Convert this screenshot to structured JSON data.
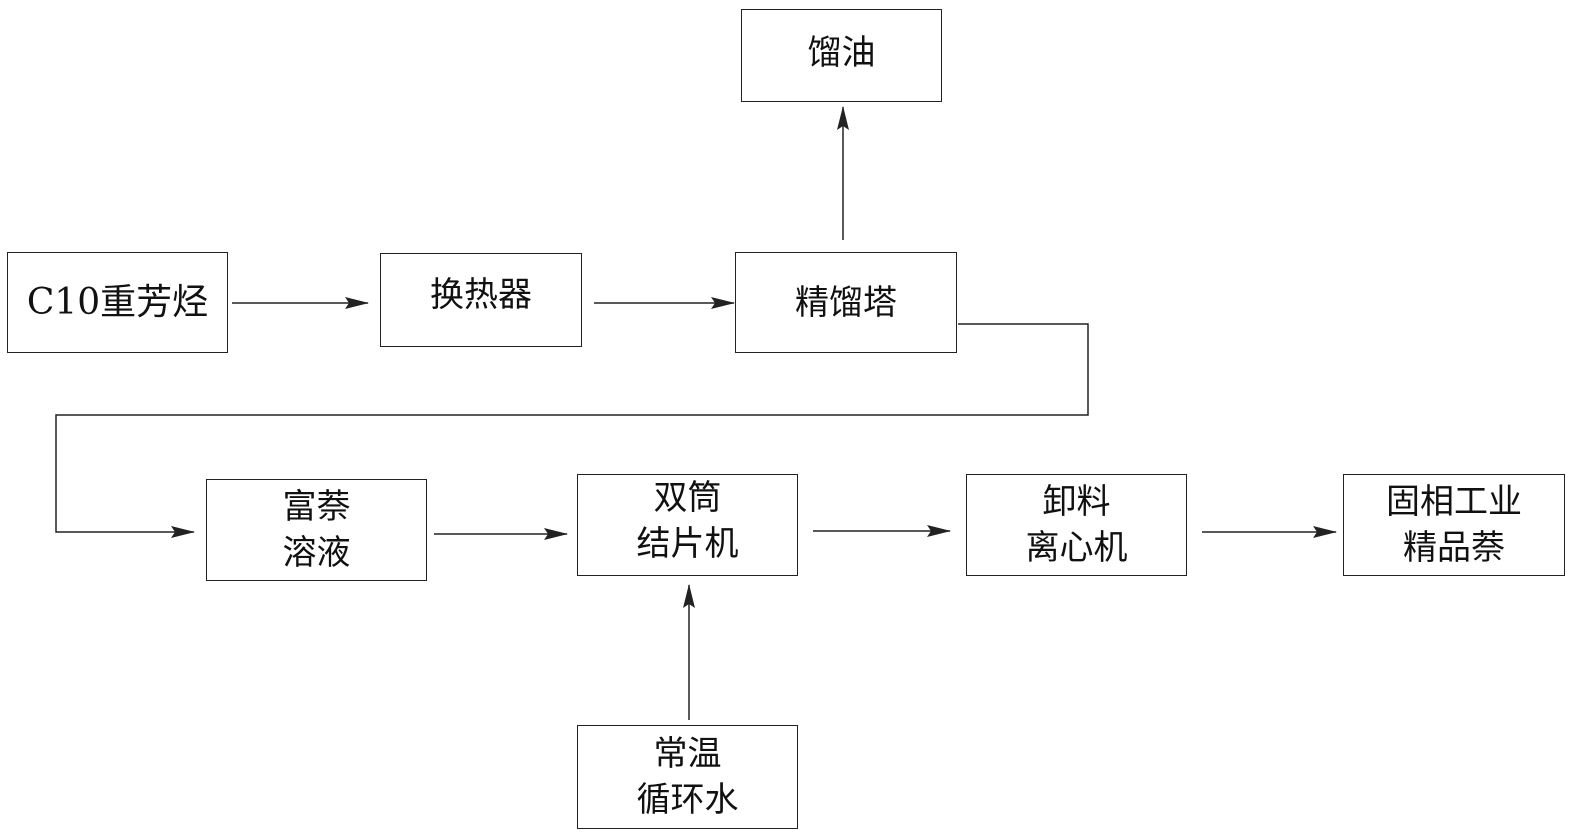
{
  "nodes": {
    "distillate_oil": {
      "lines": [
        "馏油"
      ]
    },
    "c10_feed": {
      "lines": [
        "C10重芳烃"
      ]
    },
    "heat_exchanger": {
      "lines": [
        "换热器"
      ]
    },
    "rectifying_column": {
      "lines": [
        "精馏塔"
      ]
    },
    "naphthalene_rich_solution": {
      "lines": [
        "富萘",
        "溶液"
      ]
    },
    "drum_flaker": {
      "lines": [
        "双筒",
        "结片机"
      ]
    },
    "discharge_centrifuge": {
      "lines": [
        "卸料",
        "离心机"
      ]
    },
    "refined_naphthalene": {
      "lines": [
        "固相工业",
        "精品萘"
      ]
    },
    "cooling_water": {
      "lines": [
        "常温",
        "循环水"
      ]
    }
  },
  "colors": {
    "stroke": "#222222",
    "fill": "#ffffff"
  }
}
